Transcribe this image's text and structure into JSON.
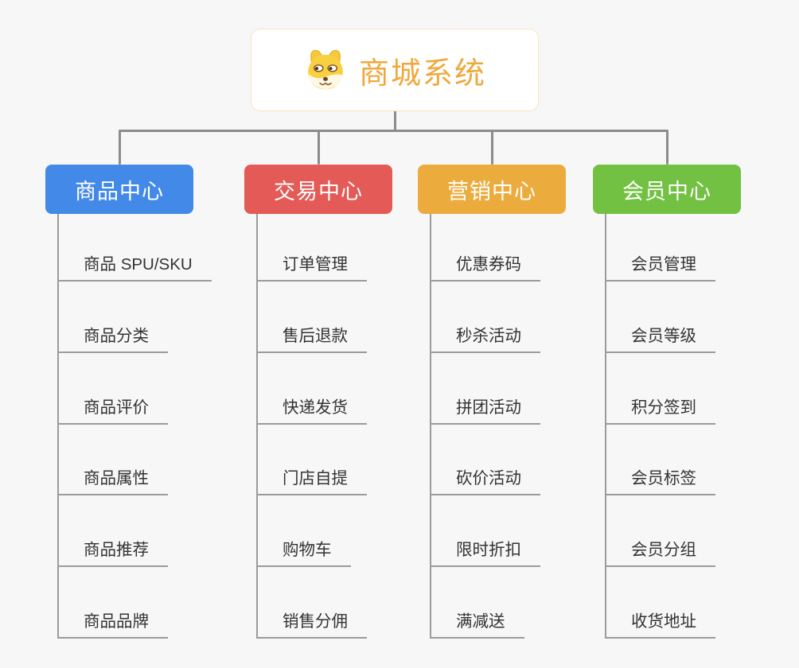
{
  "root": {
    "label": "商城系统",
    "icon": "doge-icon"
  },
  "branches": [
    {
      "label": "商品中心",
      "color": "#4389E8",
      "items": [
        "商品 SPU/SKU",
        "商品分类",
        "商品评价",
        "商品属性",
        "商品推荐",
        "商品品牌"
      ]
    },
    {
      "label": "交易中心",
      "color": "#E35A56",
      "items": [
        "订单管理",
        "售后退款",
        "快递发货",
        "门店自提",
        "购物车",
        "销售分佣"
      ]
    },
    {
      "label": "营销中心",
      "color": "#EBAC3D",
      "items": [
        "优惠券码",
        "秒杀活动",
        "拼团活动",
        "砍价活动",
        "限时折扣",
        "满减送"
      ]
    },
    {
      "label": "会员中心",
      "color": "#72C142",
      "items": [
        "会员管理",
        "会员等级",
        "积分签到",
        "会员标签",
        "会员分组",
        "收货地址"
      ]
    }
  ],
  "colors": {
    "background": "#F7F7F7",
    "connector": "#8C8C8C",
    "underline": "#9B9B9B",
    "item_text": "#333333",
    "root_text": "#F0A83C",
    "root_border": "#F4C87E",
    "root_bg": "#FFFFFF",
    "node_text": "#FFFFFF"
  }
}
